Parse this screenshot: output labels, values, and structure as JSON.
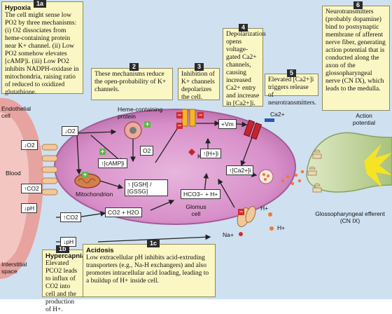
{
  "boxes": {
    "b1a": {
      "tag": "1a",
      "title": "Hypoxia",
      "text": "The cell might sense low PO2 by three mechanisms: (i) O2 dissociates from heme-containing protein near K+ channel. (ii) Low PO2 somehow elevates [cAMP]i. (iii) Low PO2 inhibits NADPH-oxidase in mitochondria, raising ratio of reduced to oxidized glutathione."
    },
    "b2": {
      "tag": "2",
      "text": "These mechanisms reduce the open-probability of K+ channels."
    },
    "b3": {
      "tag": "3",
      "text": "Inhibition of K+ channels depolarizes the cell."
    },
    "b4": {
      "tag": "4",
      "text": "Depolarization opens voltage-gated Ca2+ channels, causing increased Ca2+ entry and increase in [Ca2+]i."
    },
    "b5": {
      "tag": "5",
      "text": "Elevated [Ca2+]i triggers release of neurotransmitters."
    },
    "b6": {
      "tag": "6",
      "text": "Neurotransmitters (probably dopamine) bind to postsynaptic membrane of afferent nerve fiber, generating action potential that is conducted along the axon of the glossopharyngeal nerve (CN IX), which leads to the medulla."
    },
    "b1b": {
      "tag": "1b",
      "title": "Hypercapnia",
      "text": "Elevated PCO2 leads to influx of CO2 into cell and the production of H+."
    },
    "b1c": {
      "tag": "1c",
      "title": "Acidosis",
      "text": "Low extracellular pH inhibits acid-extruding transporters (e.g., Na-H exchangers) and also promotes intracellular acid loading, leading to a buildup of H+ inside cell."
    }
  },
  "labels": {
    "endothelial_cell": "Endothelial cell",
    "blood": "Blood",
    "interstitial_space": "Interstitial space",
    "heme_protein": "Heme-containing protein",
    "mitochondrion": "Mitochondrion",
    "glomus_cell": "Glomus cell",
    "action_potential": "Action potential",
    "glossopharyngeal": "Glossopharyngeal efferent (CN IX)",
    "k_plus": "K+",
    "ca_2plus": "Ca2+",
    "na_plus": "Na+",
    "h_plus": "H+",
    "h_plus_out": "H+"
  },
  "species": {
    "blood_o2": "↓O2",
    "blood_co2": "↑CO2",
    "blood_ph": "↓pH",
    "inter_o2": "↓O2",
    "inter_co2": "↑CO2",
    "inter_ph": "↓pH",
    "o2": "O2",
    "camp": "↑[cAMP]i",
    "gsh": "↑ [GSH] / [GSSG]",
    "vm": "+Vm",
    "h_i": "↑[H+]i",
    "ca_i": "↑[Ca2+]i",
    "hco3": "HCO3− + H+",
    "co2_h2o": "CO2 + H2O"
  },
  "colors": {
    "box_fill": "#fbf7c4",
    "glomus": "#d88fc9",
    "endothelium": "#e7a39f",
    "nerve": "#c7d9a6",
    "interstitial": "#cfe0f1",
    "plus": "#5cb845",
    "minus": "#d62a2a"
  }
}
